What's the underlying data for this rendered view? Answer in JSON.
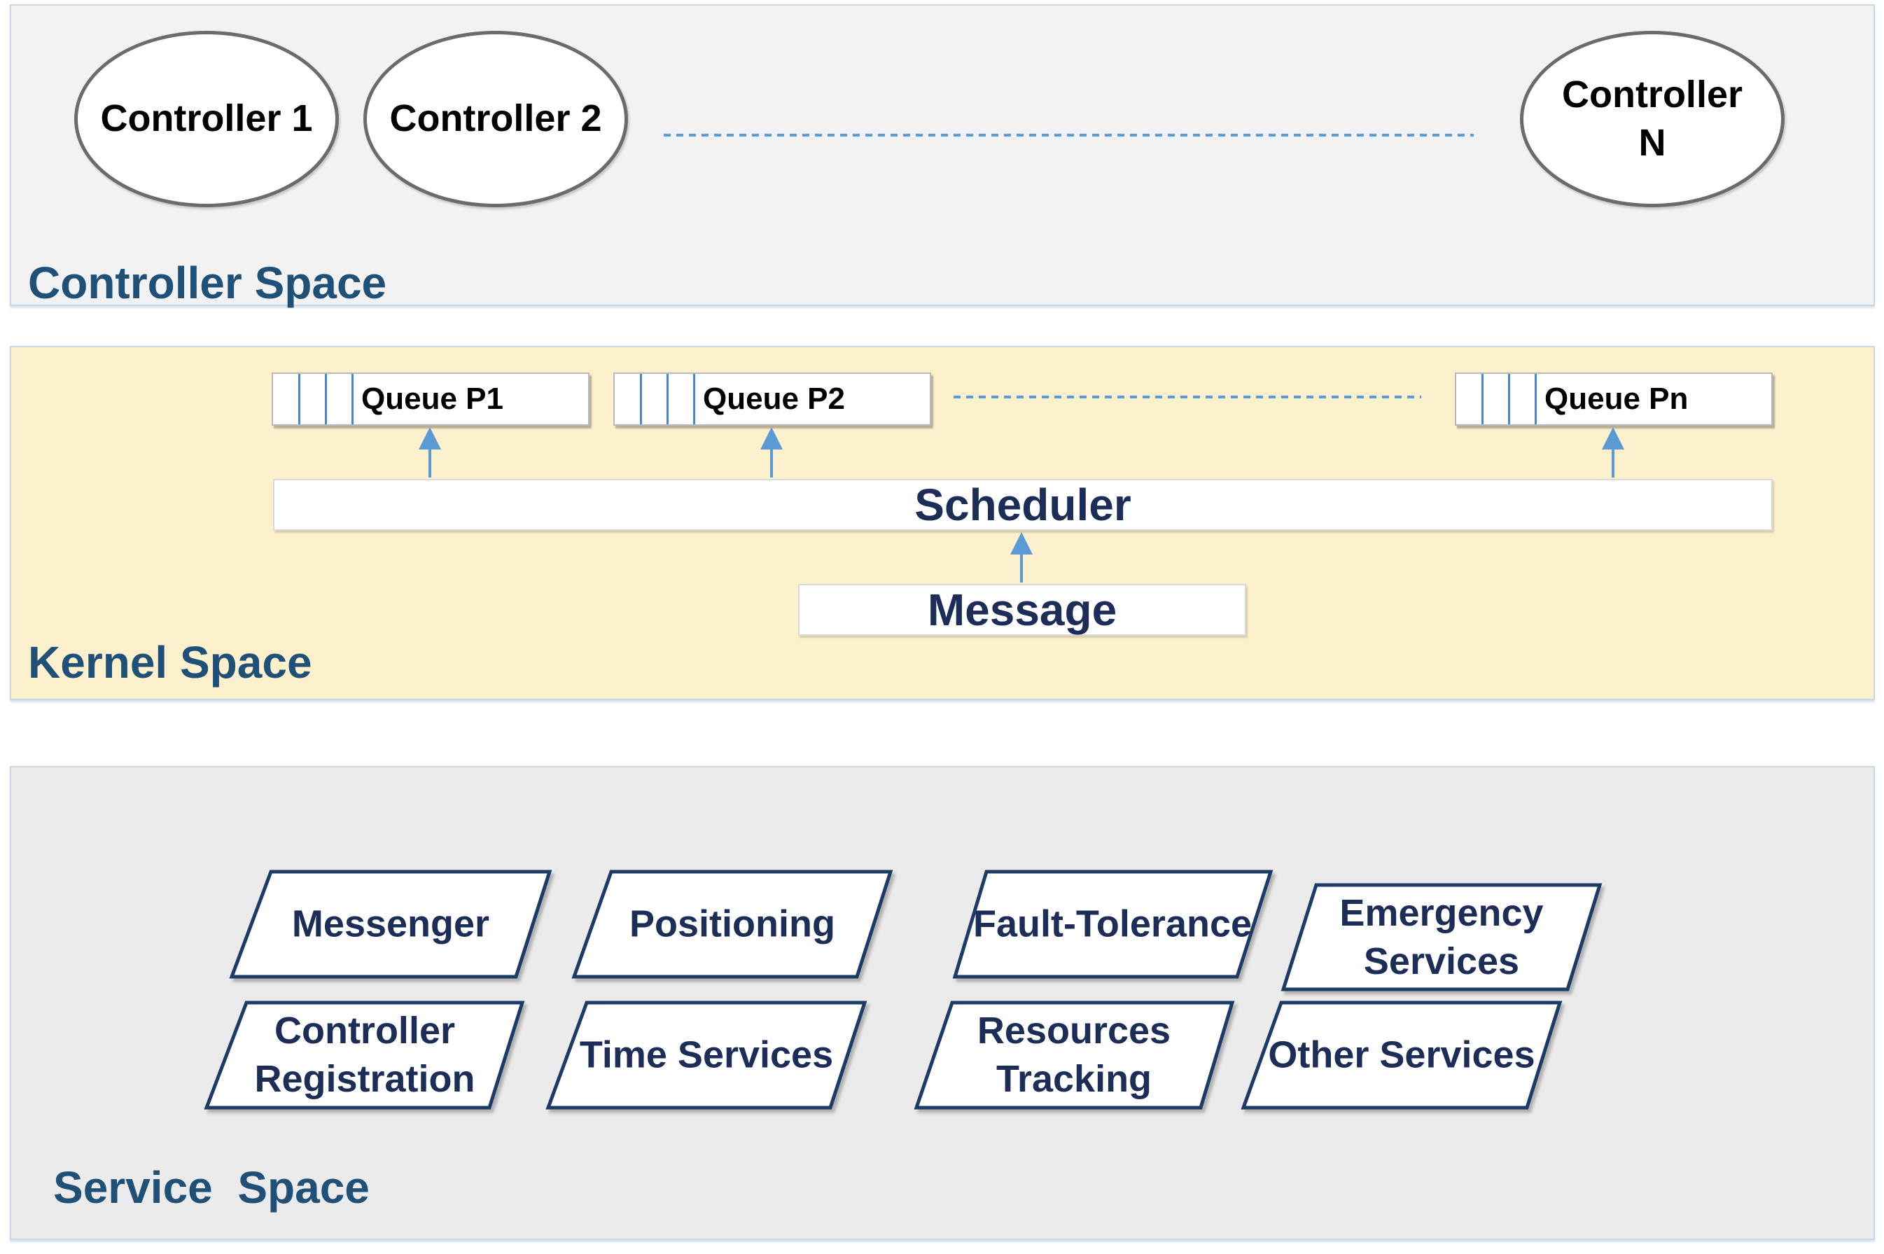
{
  "controller_space": {
    "title": "Controller Space",
    "controllers": [
      {
        "label": "Controller 1"
      },
      {
        "label": "Controller 2"
      },
      {
        "label": "Controller N"
      }
    ]
  },
  "kernel_space": {
    "title": "Kernel Space",
    "queues": [
      {
        "label": "Queue P1"
      },
      {
        "label": "Queue P2"
      },
      {
        "label": "Queue Pn"
      }
    ],
    "scheduler_label": "Scheduler",
    "message_label": "Message"
  },
  "service_space": {
    "title": "Service  Space",
    "services": [
      {
        "label": "Messenger"
      },
      {
        "label": "Positioning"
      },
      {
        "label": "Fault-Tolerance"
      },
      {
        "label": "Emergency Services"
      },
      {
        "label": "Controller Registration"
      },
      {
        "label": "Time Services"
      },
      {
        "label": "Resources Tracking"
      },
      {
        "label": "Other Services"
      }
    ]
  },
  "colors": {
    "controller_bg": "#f2f2f2",
    "kernel_bg": "#fdf0cc",
    "service_bg": "#ebebeb",
    "title_blue": "#1f5078",
    "navy_text": "#1c2d57",
    "arrow_blue": "#5b9bd5"
  }
}
